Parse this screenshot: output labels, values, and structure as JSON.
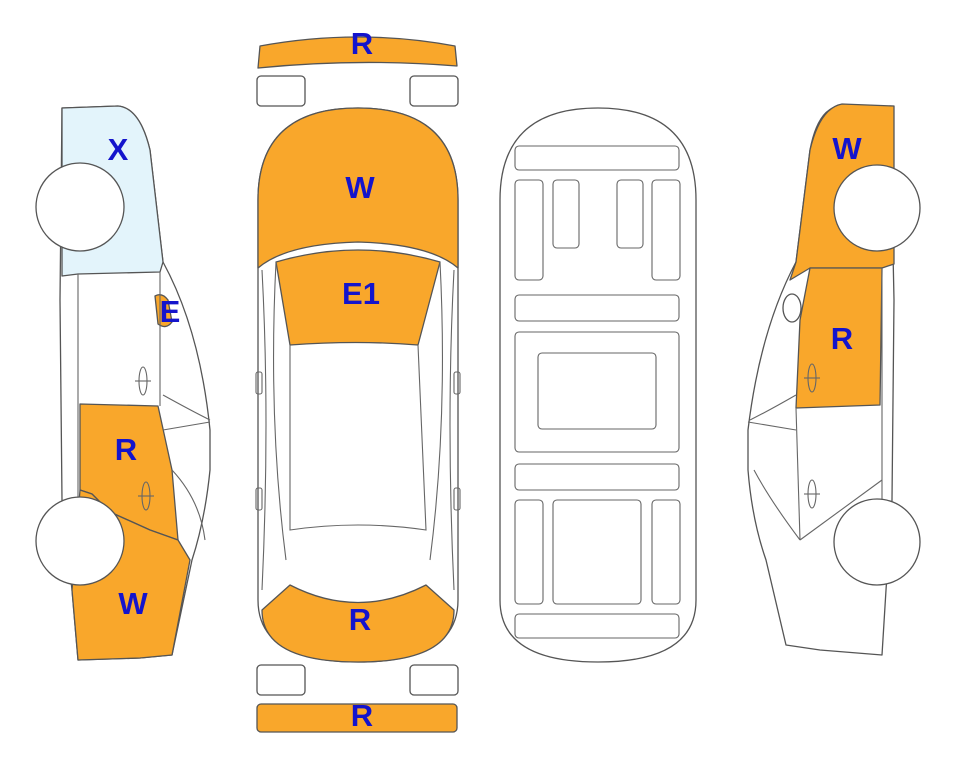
{
  "colors": {
    "damage_fill": "#F9A72B",
    "light_fill": "#E3F4FB",
    "label_color": "#1414CC",
    "outline": "#555555"
  },
  "panels": {
    "left_rear_quarter": {
      "code": "X"
    },
    "left_rear_door_strip": {
      "code": "E"
    },
    "left_front_door": {
      "code": "R"
    },
    "left_front_fender": {
      "code": "W"
    },
    "top_rear_bumper": {
      "code": "R"
    },
    "top_trunk_lid": {
      "code": "W"
    },
    "top_rear_glass": {
      "code": "E1"
    },
    "top_hood": {
      "code": "R"
    },
    "top_front_bumper": {
      "code": "R"
    },
    "right_rear_quarter": {
      "code": "W"
    },
    "right_rear_door": {
      "code": "R"
    }
  }
}
